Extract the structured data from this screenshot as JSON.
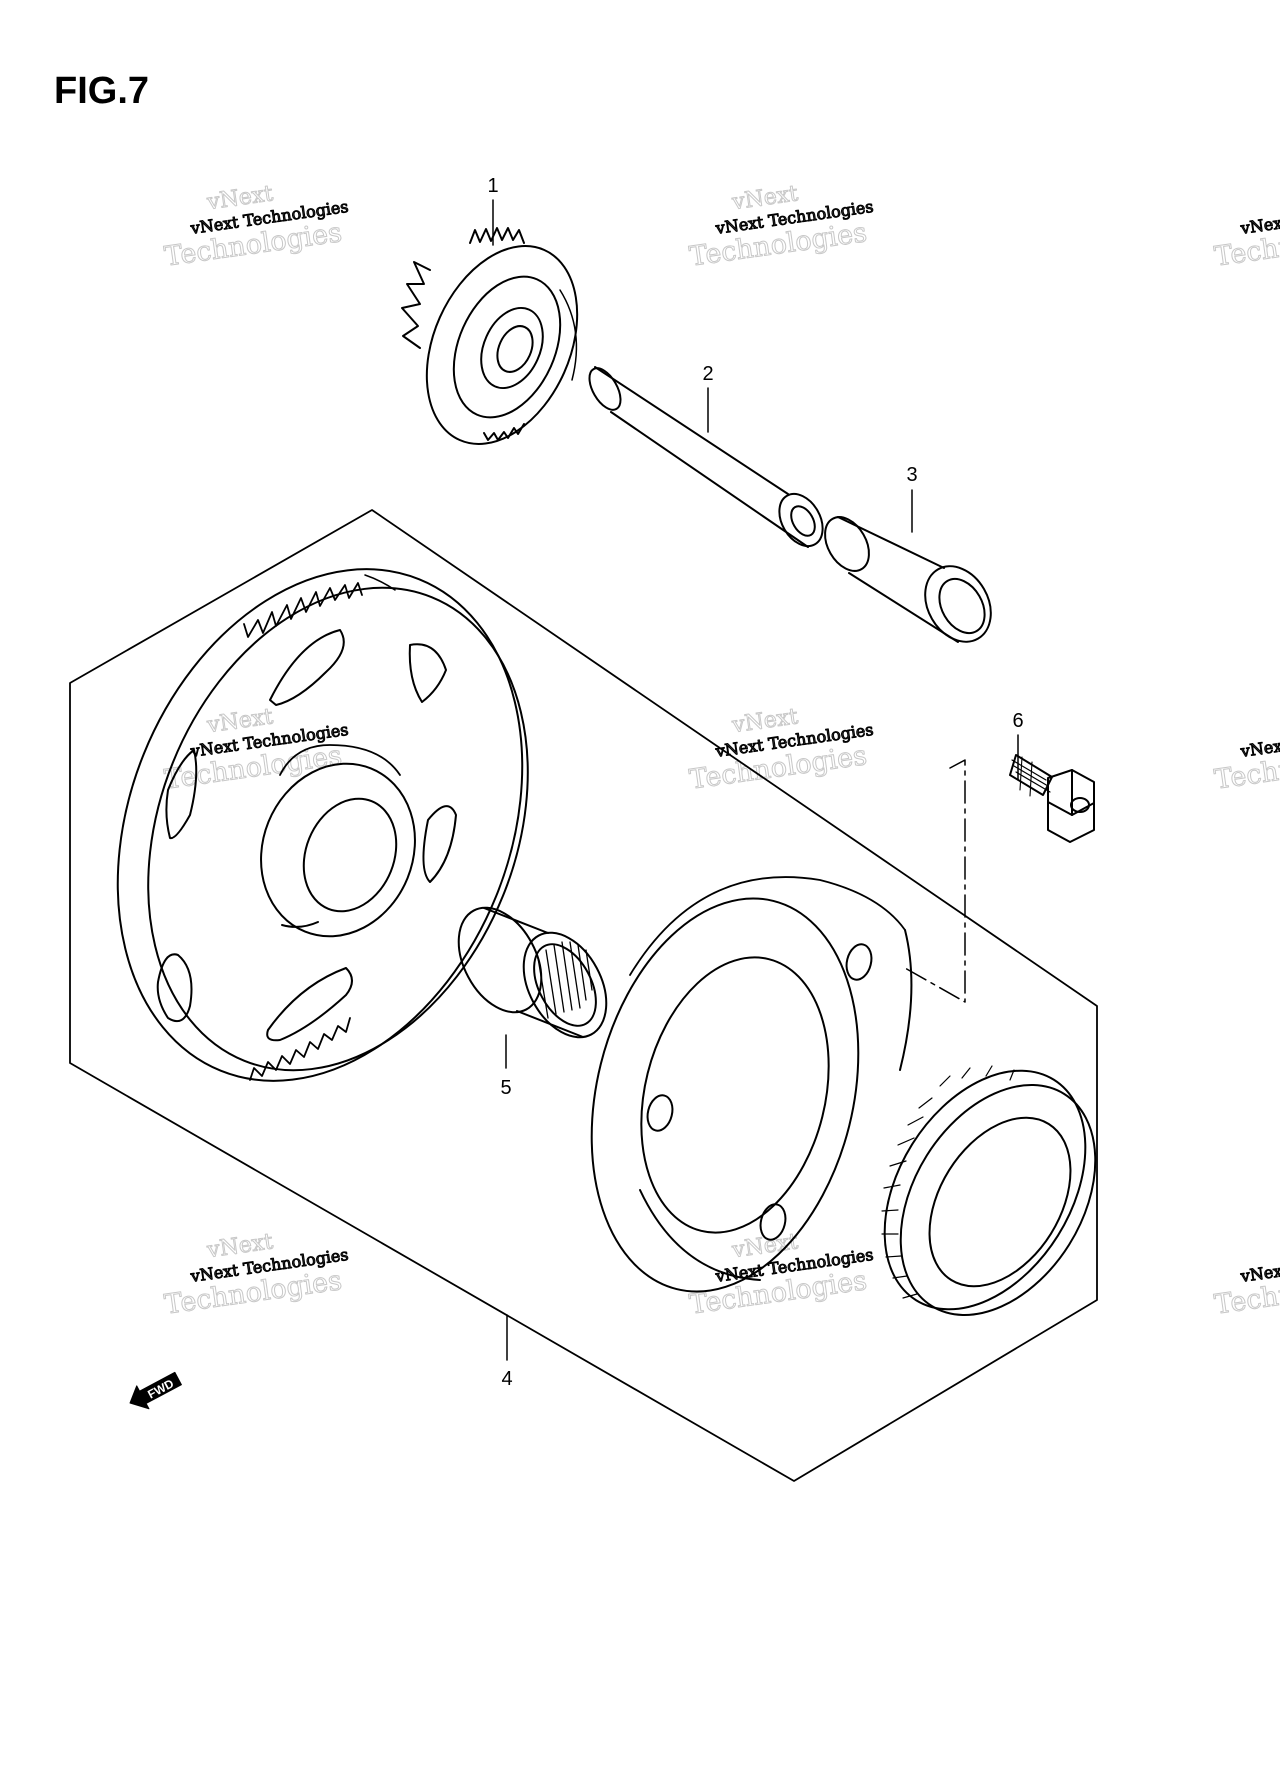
{
  "figure": {
    "title": "FIG.7"
  },
  "callouts": [
    {
      "id": "1",
      "label": "1"
    },
    {
      "id": "2",
      "label": "2"
    },
    {
      "id": "3",
      "label": "3"
    },
    {
      "id": "4",
      "label": "4"
    },
    {
      "id": "5",
      "label": "5"
    },
    {
      "id": "6",
      "label": "6"
    }
  ],
  "fwd_arrow": {
    "label": "FWD"
  },
  "watermark": {
    "brand": "vNext",
    "company": "vNext Technologies",
    "word": "Technologies"
  }
}
